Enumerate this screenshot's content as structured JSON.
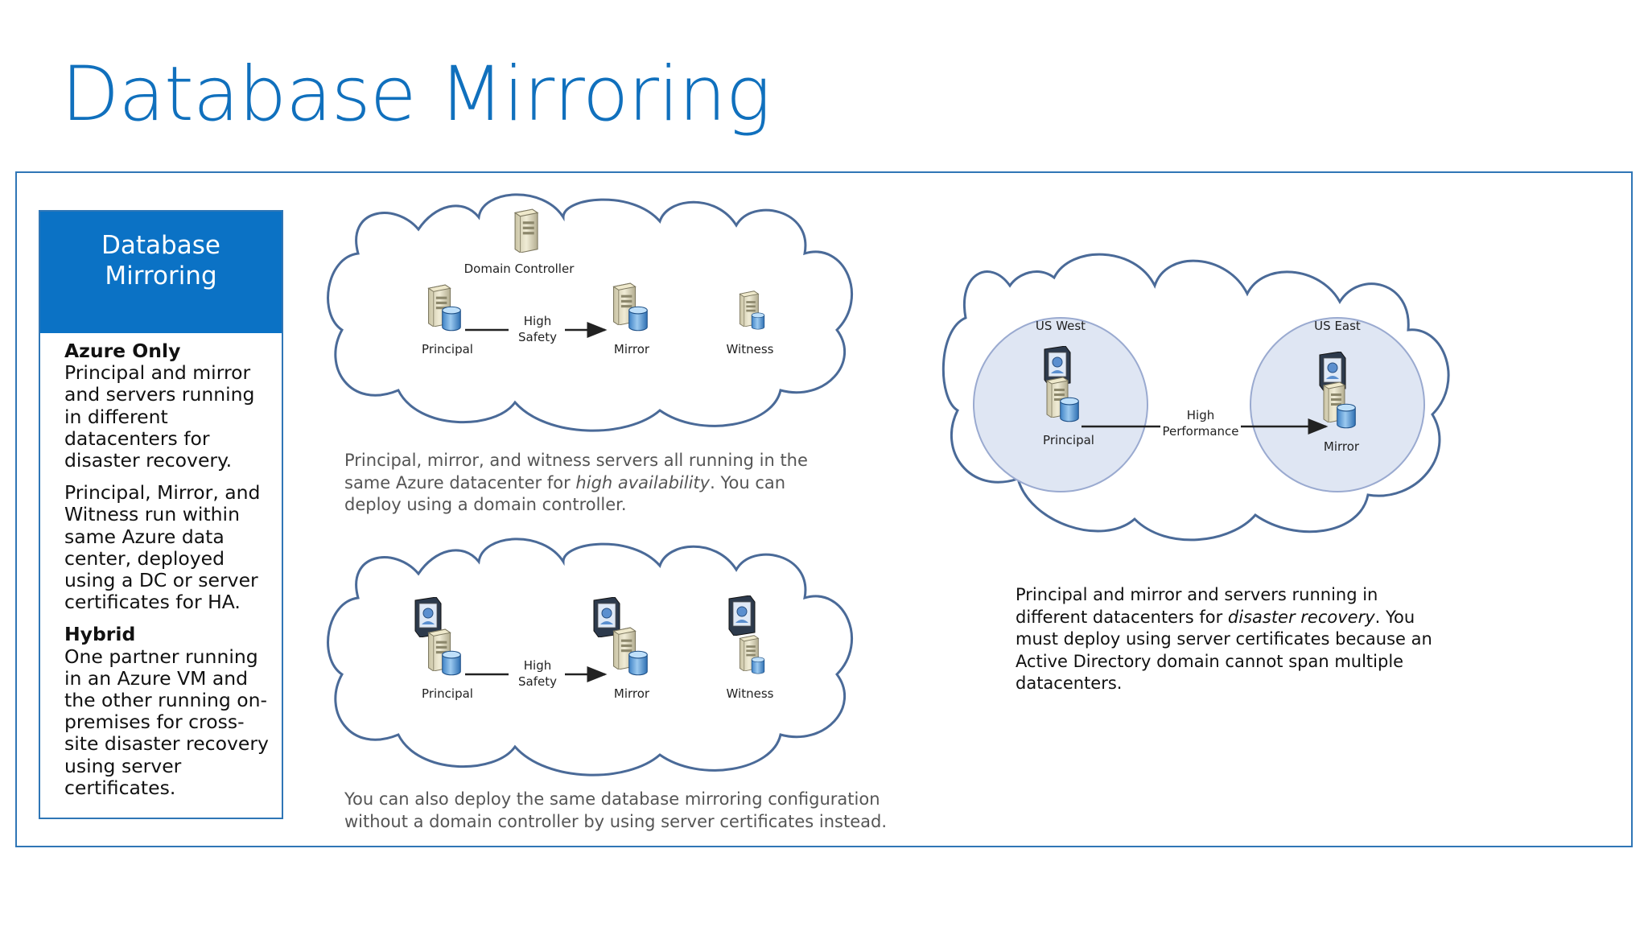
{
  "title": "Database Mirroring",
  "sidebar": {
    "heading": "Database\nMirroring",
    "sections": [
      {
        "heading": "Azure Only",
        "text": "Principal and mirror and servers running in different datacenters for disaster recovery."
      },
      {
        "heading": "",
        "text": "Principal, Mirror, and Witness run within same Azure data center, deployed using a DC or server certificates for HA."
      },
      {
        "heading": "Hybrid",
        "text": "One partner running in an Azure VM and the other running on-premises for cross-site disaster recovery using server certificates."
      }
    ]
  },
  "diagram1": {
    "domain_controller": "Domain Controller",
    "principal": "Principal",
    "link_label": [
      "High",
      "Safety"
    ],
    "mirror": "Mirror",
    "witness": "Witness",
    "caption": {
      "line1": "Principal, mirror, and witness servers all running in the",
      "line2_pre": "same Azure datacenter for ",
      "line2_em": "high availability",
      "line2_post": ". You can",
      "line3": "deploy using a domain controller."
    }
  },
  "diagram2": {
    "principal": "Principal",
    "link_label": [
      "High",
      "Safety"
    ],
    "mirror": "Mirror",
    "witness": "Witness",
    "caption": {
      "line1": "You can also deploy the same database mirroring configuration",
      "line2": "without a domain controller by using server certificates instead."
    }
  },
  "diagram3": {
    "region_west": "US West",
    "region_east": "US East",
    "principal": "Principal",
    "mirror": "Mirror",
    "link_label": [
      "High",
      "Performance"
    ],
    "caption": {
      "line1": "Principal and mirror and servers running in",
      "line2_pre": "different datacenters for ",
      "line2_em": "disaster recovery",
      "line2_post": ". You",
      "line3": "must deploy using server certificates because an",
      "line4": "Active Directory domain cannot span multiple",
      "line5": "datacenters."
    }
  },
  "colors": {
    "title": "#1070bd",
    "accent": "#0b72c5",
    "frame": "#2f76b6",
    "cloud_stroke": "#4a6a98",
    "region_fill": "#dfe6f3"
  },
  "icons": [
    "server-icon",
    "database-icon",
    "certificate-icon",
    "arrow-right-icon"
  ]
}
